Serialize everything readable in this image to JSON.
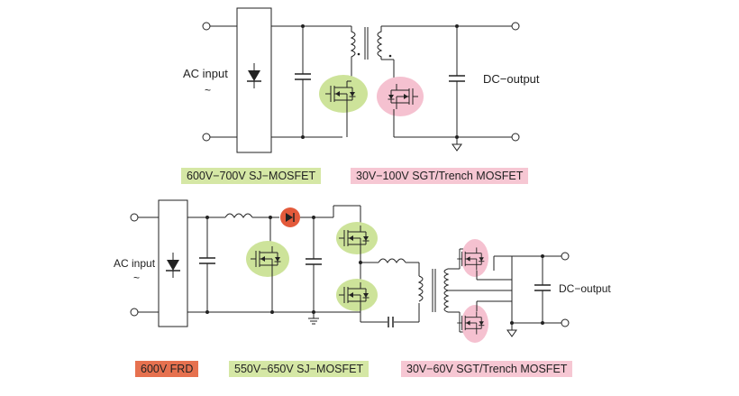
{
  "top_circuit": {
    "input_label": "AC input",
    "input_tilde": "~",
    "output_label": "DC−output"
  },
  "bottom_circuit": {
    "input_label": "AC input",
    "input_tilde": "~",
    "output_label": "DC−output"
  },
  "legends": [
    {
      "text": "600V−700V  SJ−MOSFET",
      "color": "#d5e7a5"
    },
    {
      "text": "30V−100V  SGT/Trench MOSFET",
      "color": "#f6c7d3"
    },
    {
      "text": "600V  FRD",
      "color": "#e6714f"
    },
    {
      "text": "550V−650V  SJ−MOSFET",
      "color": "#d5e7a5"
    },
    {
      "text": "30V−60V  SGT/Trench MOSFET",
      "color": "#f6c7d3"
    }
  ],
  "colors": {
    "sj_mosfet": "#cde39a",
    "sgt_mosfet": "#f5c1d0",
    "frd": "#e35a3b",
    "wire": "#222222"
  }
}
